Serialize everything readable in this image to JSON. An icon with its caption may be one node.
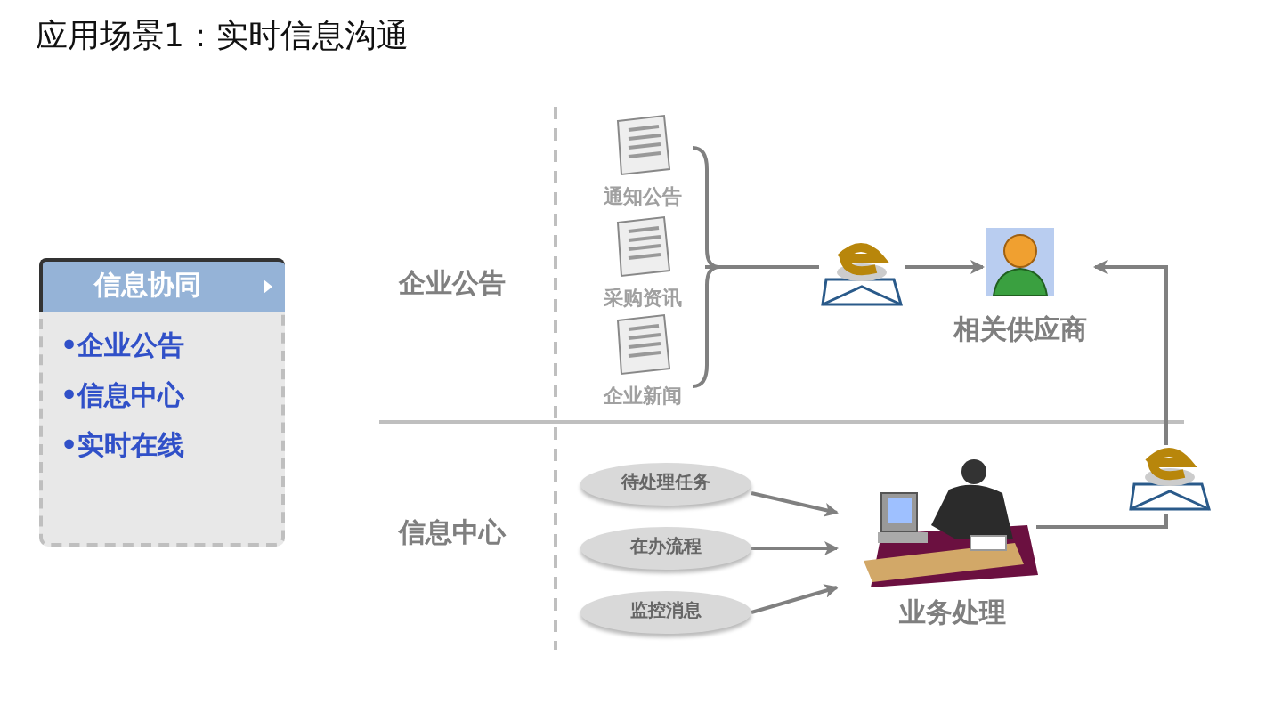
{
  "diagram": {
    "title": "应用场景1：实时信息沟通",
    "nodes": [
      {
        "text": [
          "信息协同",
          "•企业公告",
          "•信息中心",
          "•实时在线"
        ]
      },
      {
        "text": [
          "通知公告"
        ]
      },
      {
        "text": [
          "采购资讯"
        ]
      },
      {
        "text": [
          "企业新闻"
        ]
      },
      {
        "text": [],
        "shape": "picture"
      },
      {
        "text": [
          "相关供应商"
        ]
      },
      {
        "text": [
          "待处理任务"
        ]
      },
      {
        "text": [
          "在办流程"
        ]
      },
      {
        "text": [
          "监控消息"
        ]
      },
      {
        "text": [
          "业务处理"
        ]
      },
      {
        "text": [],
        "shape": "picture"
      }
    ],
    "edges": [
      {
        "from": 1,
        "to": 4,
        "arrow": "none"
      },
      {
        "from": 2,
        "to": 4,
        "arrow": "none"
      },
      {
        "from": 3,
        "to": 4,
        "arrow": "none"
      },
      {
        "from": 4,
        "to": 5,
        "arrow": "to"
      },
      {
        "from": 6,
        "to": 9,
        "arrow": "to"
      },
      {
        "from": 7,
        "to": 9,
        "arrow": "to"
      },
      {
        "from": 8,
        "to": 9,
        "arrow": "to"
      },
      {
        "from": 9,
        "to": 10,
        "arrow": "none"
      },
      {
        "from": 10,
        "to": 5,
        "arrow": "to"
      }
    ],
    "labels": [
      "企业公告",
      "信息中心"
    ]
  }
}
